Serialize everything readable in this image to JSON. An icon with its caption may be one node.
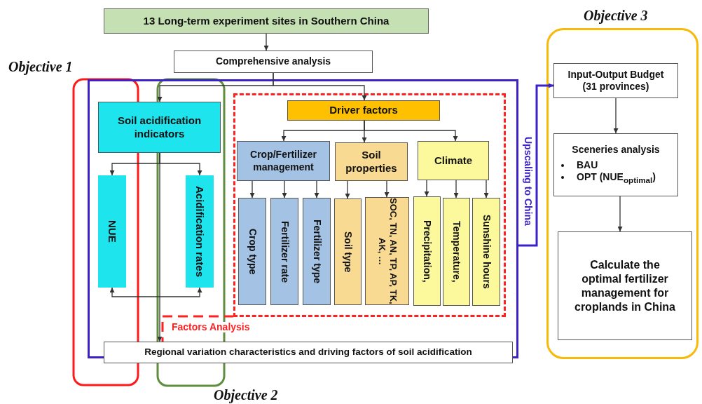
{
  "diagram": {
    "nodes": [
      {
        "text": [
          "13 Long-term experiment sites in Southern China"
        ]
      },
      {
        "text": [
          "Comprehensive analysis"
        ]
      },
      {
        "text": [],
        "shape": "box"
      },
      {
        "text": [
          "Soil acidification indicators"
        ],
        "in": 2
      },
      {
        "text": [
          "NUE"
        ],
        "in": 2
      },
      {
        "text": [
          "Acidification rates"
        ],
        "in": 2
      },
      {
        "text": [
          "Factors Analysis"
        ],
        "in": 2
      },
      {
        "text": [
          "Driver factors"
        ],
        "in": 6
      },
      {
        "text": [
          "Crop/Fertilizer management"
        ],
        "in": 6
      },
      {
        "text": [
          "Soil properties"
        ],
        "in": 6
      },
      {
        "text": [
          "Climate"
        ],
        "in": 6
      },
      {
        "text": [
          "Crop type"
        ],
        "in": 6
      },
      {
        "text": [
          "Fertilizer rate"
        ],
        "in": 6
      },
      {
        "text": [
          "Fertilizer type"
        ],
        "in": 6
      },
      {
        "text": [
          "Soil type"
        ],
        "in": 6
      },
      {
        "text": [
          "SOC, TN, AN, TP, AP, TK, AK, …"
        ],
        "in": 6
      },
      {
        "text": [
          "Precipitation,"
        ],
        "in": 6
      },
      {
        "text": [
          "Temperature,"
        ],
        "in": 6
      },
      {
        "text": [
          "Sunshine hours"
        ],
        "in": 6
      },
      {
        "text": [
          "Regional variation characteristics and driving factors of soil acidification"
        ],
        "in": 2
      },
      {
        "text": [
          "Objective 3"
        ]
      },
      {
        "text": [
          "Input-Output Budget (31 provinces)"
        ],
        "in": 20
      },
      {
        "text": [
          "Sceneries analysis",
          "BAU",
          "OPT (NUE$_{optimal}$)"
        ],
        "in": 20
      },
      {
        "text": [
          "Calculate the optimal fertilizer management for croplands in China"
        ],
        "in": 20
      }
    ],
    "edges": [
      {
        "from": 0,
        "to": 1,
        "arrow": "to"
      },
      {
        "from": 1,
        "to": 3,
        "arrow": "to"
      },
      {
        "from": 1,
        "to": 7,
        "arrow": "to"
      },
      {
        "from": 3,
        "to": 4,
        "arrow": "to"
      },
      {
        "from": 3,
        "to": 5,
        "arrow": "to"
      },
      {
        "from": 4,
        "to": 5,
        "arrow": "both"
      },
      {
        "from": 3,
        "to": 19,
        "arrow": "to"
      },
      {
        "from": 7,
        "to": 8,
        "arrow": "to"
      },
      {
        "from": 7,
        "to": 9,
        "arrow": "to"
      },
      {
        "from": 7,
        "to": 10,
        "arrow": "to"
      },
      {
        "from": 8,
        "to": 11,
        "arrow": "to"
      },
      {
        "from": 8,
        "to": 12,
        "arrow": "to"
      },
      {
        "from": 8,
        "to": 13,
        "arrow": "to"
      },
      {
        "from": 9,
        "to": 14,
        "arrow": "to"
      },
      {
        "from": 9,
        "to": 15,
        "arrow": "to"
      },
      {
        "from": 10,
        "to": 16,
        "arrow": "to"
      },
      {
        "from": 10,
        "to": 17,
        "arrow": "to"
      },
      {
        "from": 10,
        "to": 18,
        "arrow": "to"
      },
      {
        "from": 2,
        "to": 21,
        "arrow": "to",
        "label": "Upscaling to China",
        "style": "thick",
        "color": "#3b22c8"
      },
      {
        "from": 21,
        "to": 22,
        "arrow": "to"
      },
      {
        "from": 22,
        "to": 23,
        "arrow": "to"
      },
      {
        "from": 6,
        "to": 19,
        "arrow": "none",
        "style": "dashed",
        "color": "#ff2020"
      }
    ],
    "labels": [
      "Objective 1",
      "Objective 2"
    ]
  }
}
